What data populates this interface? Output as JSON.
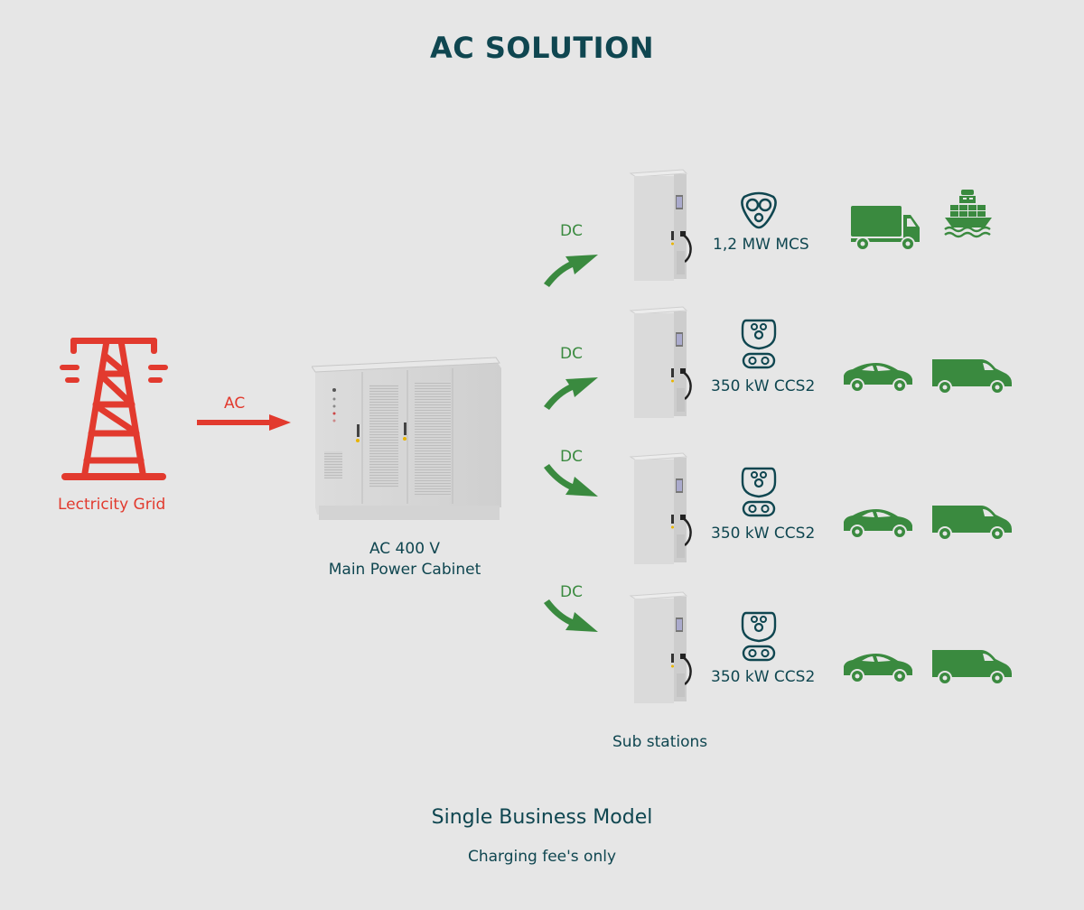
{
  "title": "AC SOLUTION",
  "colors": {
    "background": "#e6e6e6",
    "teal_text": "#0f4650",
    "grid_red": "#e23a2e",
    "dc_green": "#3a8a3f",
    "vehicle_green": "#3a8a3f"
  },
  "grid": {
    "icon": "power-tower-icon",
    "label": "Lectricity Grid"
  },
  "ac_link": {
    "label": "AC",
    "icon": "arrow-right-icon"
  },
  "main_cabinet": {
    "voltage": "AC 400 V",
    "label": "Main Power Cabinet",
    "icon": "power-cabinet-image"
  },
  "substations": {
    "label": "Sub stations",
    "items": [
      {
        "link_label": "DC",
        "connector_icon": "mcs-connector-icon",
        "connector_label": "1,2 MW MCS",
        "vehicles": [
          "truck-icon",
          "ship-icon"
        ]
      },
      {
        "link_label": "DC",
        "connector_icon": "ccs2-connector-icon",
        "connector_label": "350 kW CCS2",
        "vehicles": [
          "car-icon",
          "van-icon"
        ]
      },
      {
        "link_label": "DC",
        "connector_icon": "ccs2-connector-icon",
        "connector_label": "350 kW CCS2",
        "vehicles": [
          "car-icon",
          "van-icon"
        ]
      },
      {
        "link_label": "DC",
        "connector_icon": "ccs2-connector-icon",
        "connector_label": "350 kW CCS2",
        "vehicles": [
          "car-icon",
          "van-icon"
        ]
      }
    ]
  },
  "business_model": {
    "heading": "Single Business Model",
    "subheading": "Charging fee's only"
  }
}
